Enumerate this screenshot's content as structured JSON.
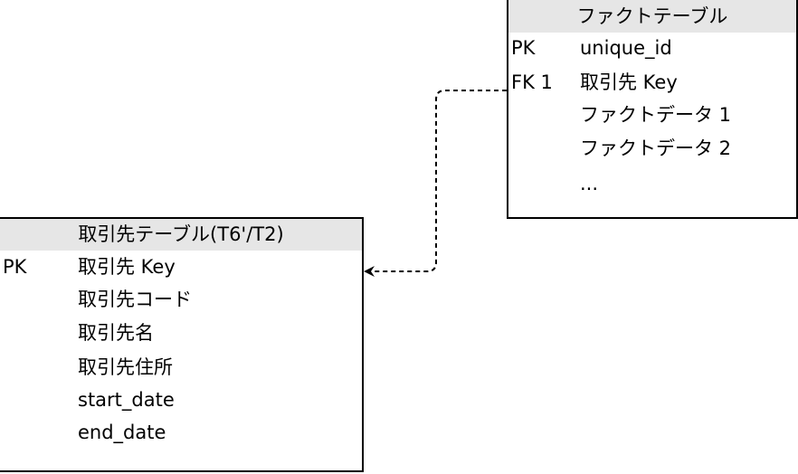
{
  "fact_table": {
    "title": "ファクトテーブル",
    "rows": [
      {
        "key": "PK",
        "field": "unique_id"
      },
      {
        "key": "FK 1",
        "field": "取引先 Key"
      },
      {
        "key": "",
        "field": "ファクトデータ 1"
      },
      {
        "key": "",
        "field": "ファクトデータ 2"
      },
      {
        "key": "",
        "field": "..."
      }
    ]
  },
  "customer_table": {
    "title": "取引先テーブル(T6'/T2)",
    "rows": [
      {
        "key": "PK",
        "field": "取引先 Key"
      },
      {
        "key": "",
        "field": "取引先コード"
      },
      {
        "key": "",
        "field": "取引先名"
      },
      {
        "key": "",
        "field": "取引先住所"
      },
      {
        "key": "",
        "field": "start_date"
      },
      {
        "key": "",
        "field": "end_date"
      }
    ]
  }
}
